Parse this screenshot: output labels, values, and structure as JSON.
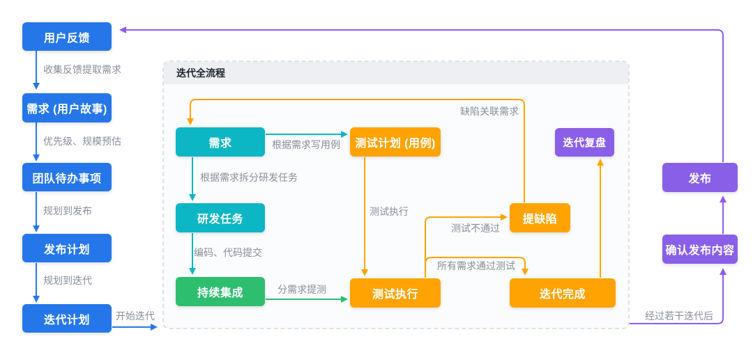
{
  "diagram": {
    "left_flow": {
      "nodes": {
        "user_feedback": "用户反馈",
        "requirement_story": "需求 (用户故事)",
        "team_backlog": "团队待办事项",
        "release_plan": "发布计划",
        "iteration_plan": "迭代计划"
      },
      "edge_labels": {
        "collect_feedback": "收集反馈提取需求",
        "priority_estimate": "优先级、规模预估",
        "plan_to_release": "规划到发布",
        "plan_to_iteration": "规划到迭代",
        "start_iteration": "开始迭代"
      }
    },
    "iteration_container": {
      "title": "迭代全流程",
      "nodes": {
        "demand": "需求",
        "test_plan": "测试计划 (用例)",
        "iteration_review": "迭代复盘",
        "dev_task": "研发任务",
        "submit_defect": "提缺陷",
        "continuous_integration": "持续集成",
        "test_execution": "测试执行",
        "iteration_done": "迭代完成"
      },
      "edge_labels": {
        "write_cases": "根据需求写用例",
        "split_tasks": "根据需求拆分研发任务",
        "code_commit": "编码、代码提交",
        "submit_for_test": "分需求提测",
        "test_execute": "测试执行",
        "test_failed": "测试不通过",
        "all_passed": "所有需求通过测试",
        "defect_link_requirement": "缺陷关联需求"
      }
    },
    "right_flow": {
      "nodes": {
        "release": "发布",
        "confirm_release_content": "确认发布内容"
      },
      "edge_labels": {
        "after_iterations": "经过若干迭代后"
      }
    },
    "colors": {
      "blue": "#2577e9",
      "teal": "#0db6c4",
      "green": "#2ebe70",
      "orange": "#ffa302",
      "purple": "#8a5fe8",
      "edge_label_gray": "#878d99",
      "container_header_bg": "#edeff3",
      "container_border": "#dde1e7"
    }
  }
}
